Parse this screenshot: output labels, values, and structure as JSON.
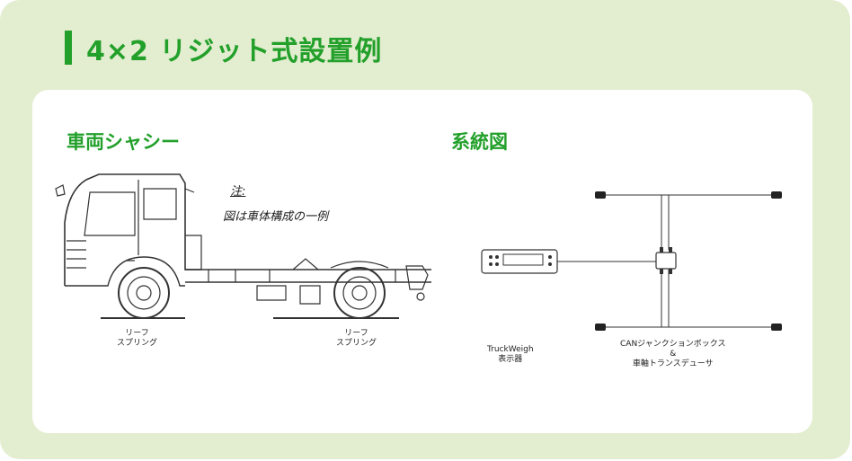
{
  "title": "4×2 リジット式設置例",
  "chassis": {
    "heading": "車両シャシー",
    "note_label": "注:",
    "note_text": "図は車体構成の一例",
    "front_spring": [
      "リーフ",
      "スプリング"
    ],
    "rear_spring": [
      "リーフ",
      "スプリング"
    ]
  },
  "system": {
    "heading": "系統図",
    "display_label": [
      "TruckWeigh",
      "表示器"
    ],
    "junction_label": [
      "CANジャンクションボックス",
      "&",
      "車軸トランスデューサ"
    ]
  },
  "colors": {
    "accent": "#22a02a",
    "outer_bg": "#e3edd0",
    "panel_bg": "#ffffff"
  }
}
